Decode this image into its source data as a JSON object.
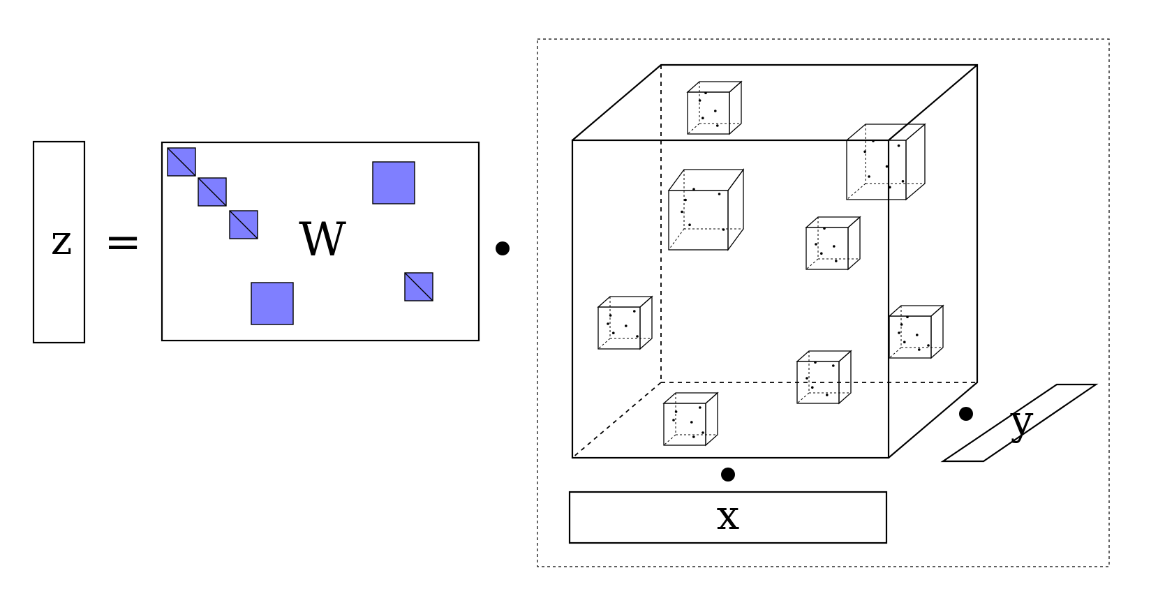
{
  "labels": {
    "z": "z",
    "equals": "=",
    "w": "W",
    "x": "x",
    "y": "y"
  },
  "colors": {
    "block_fill": "#7f7fff",
    "stroke": "#000000",
    "background": "#ffffff"
  }
}
